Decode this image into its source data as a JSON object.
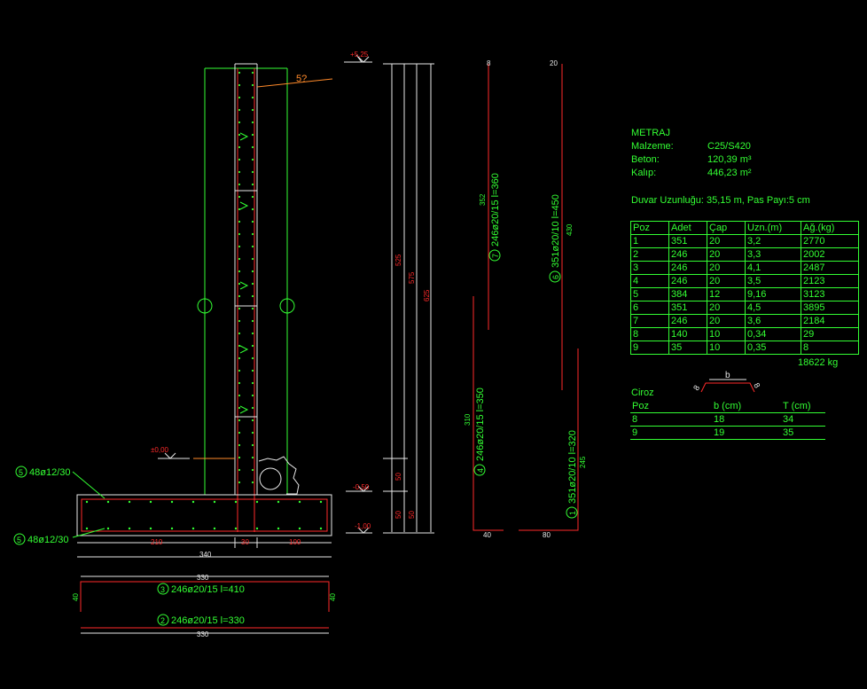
{
  "colors": {
    "green": "#33ff33",
    "red": "#ff2a2a",
    "white": "#e8e8e8",
    "orange": "#ff8a2a"
  },
  "levels": {
    "top": "+5,25",
    "ground": "±0,00",
    "a": "-0,50",
    "b": "-1,00"
  },
  "slope": "5?",
  "dims": {
    "h1": "525",
    "h2": "575",
    "h3": "625",
    "f1": "50",
    "f2": "50",
    "f3": "50",
    "base_a": "210",
    "base_b": "30",
    "base_c": "100",
    "base_total": "340",
    "bar3_len": "330",
    "bar3_side": "40",
    "bar2_len": "330",
    "s7_top": "8",
    "s7_side": "352",
    "s6_top": "20",
    "s6_side": "430",
    "s4_side": "310",
    "s4_bottom": "40",
    "s1_side": "245",
    "s1_bottom": "80"
  },
  "rebar_labels": {
    "r5_top": "48ø12/30",
    "r5_bot": "48ø12/30",
    "r5_num": "5",
    "r3": "246ø20/15  l=410",
    "r3_num": "3",
    "r2": "246ø20/15  l=330",
    "r2_num": "2",
    "r7": "246ø20/15  l=360",
    "r7_num": "7",
    "r6": "351ø20/10  l=450",
    "r6_num": "6",
    "r4": "246ø20/15  l=350",
    "r4_num": "4",
    "r1": "351ø20/10  l=320",
    "r1_num": "1"
  },
  "metraj": {
    "title": "METRAJ",
    "material_label": "Malzeme:",
    "material": "C25/S420",
    "concrete_label": "Beton:",
    "concrete": "120,39 m³",
    "formwork_label": "Kalıp:",
    "formwork": "446,23 m²",
    "wall_length": "Duvar Uzunluğu: 35,15 m, Pas Payı:5 cm"
  },
  "poz_table": {
    "headers": [
      "Poz",
      "Adet",
      "Çap",
      "Uzn.(m)",
      "Ağ.(kg)"
    ],
    "rows": [
      [
        "1",
        "351",
        "20",
        "3,2",
        "2770"
      ],
      [
        "2",
        "246",
        "20",
        "3,3",
        "2002"
      ],
      [
        "3",
        "246",
        "20",
        "4,1",
        "2487"
      ],
      [
        "4",
        "246",
        "20",
        "3,5",
        "2123"
      ],
      [
        "5",
        "384",
        "12",
        "9,16",
        "3123"
      ],
      [
        "6",
        "351",
        "20",
        "4,5",
        "3895"
      ],
      [
        "7",
        "246",
        "20",
        "3,6",
        "2184"
      ],
      [
        "8",
        "140",
        "10",
        "0,34",
        "29"
      ],
      [
        "9",
        "35",
        "10",
        "0,35",
        "8"
      ]
    ],
    "total": "18622 kg"
  },
  "ciroz": {
    "title": "Ciroz",
    "sketch_b": "b",
    "sketch_8a": "8",
    "sketch_8b": "8",
    "headers": [
      "Poz",
      "b (cm)",
      "T (cm)"
    ],
    "rows": [
      [
        "8",
        "18",
        "34"
      ],
      [
        "9",
        "19",
        "35"
      ]
    ]
  }
}
